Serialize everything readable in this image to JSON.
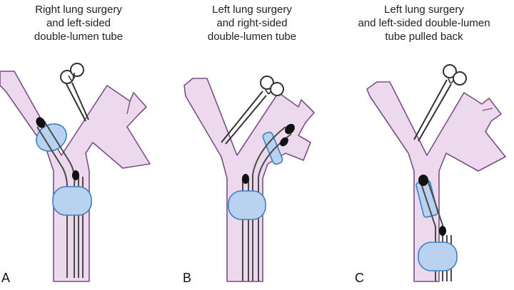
{
  "panels": [
    {
      "letter": "A",
      "caption_lines": [
        "Right lung surgery",
        "and left-sided",
        "double-lumen tube"
      ]
    },
    {
      "letter": "B",
      "caption_lines": [
        "Left lung surgery",
        "and right-sided",
        "double-lumen tube"
      ]
    },
    {
      "letter": "C",
      "caption_lines": [
        "Left lung surgery",
        "and left-sided double-lumen",
        "tube pulled back"
      ]
    }
  ],
  "colors": {
    "airway_fill": "#ecd9ee",
    "airway_stroke": "#7b4f86",
    "cuff_fill": "#b9d2ef",
    "cuff_stroke": "#3e7fc2",
    "tube_stroke": "#4a4a4a",
    "clamp_stroke": "#333333"
  }
}
